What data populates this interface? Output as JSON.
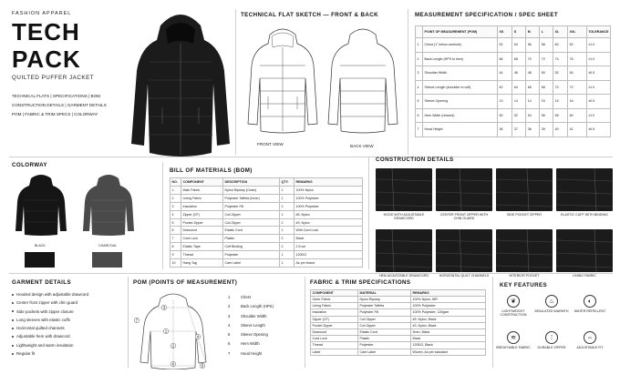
{
  "brand": {
    "subtitle": "FASHION APPAREL",
    "title": "TECH PACK",
    "product": "QUILTED PUFFER JACKET"
  },
  "nav": {
    "lines": [
      "TECHNICAL FLATS  |  SPECIFICATIONS  |  BOM",
      "CONSTRUCTION DETAILS  |  GARMENT DETAILS",
      "POM  |  FABRIC & TRIM SPECS  |  COLORWAY"
    ]
  },
  "flat": {
    "title": "TECHNICAL FLAT SKETCH — FRONT & BACK",
    "front": "FRONT VIEW",
    "back": "BACK VIEW"
  },
  "spec": {
    "title": "MEASUREMENT SPECIFICATION / SPEC SHEET",
    "headers": [
      "",
      "POINT OF MEASUREMENT (POM)",
      "XS",
      "S",
      "M",
      "L",
      "XL",
      "XXL",
      "TOLERANCE"
    ],
    "rows": [
      [
        "1",
        "Chest (1\" below armhole)",
        "52",
        "54",
        "56",
        "58",
        "60",
        "62",
        "±1.0"
      ],
      [
        "2",
        "Back Length (HPS to hem)",
        "66",
        "68",
        "70",
        "72",
        "74",
        "76",
        "±1.0"
      ],
      [
        "3",
        "Shoulder Width",
        "44",
        "46",
        "48",
        "50",
        "52",
        "54",
        "±0.5"
      ],
      [
        "4",
        "Sleeve Length (shoulder to cuff)",
        "62",
        "64",
        "66",
        "68",
        "70",
        "72",
        "±1.0"
      ],
      [
        "5",
        "Sleeve Opening",
        "13",
        "14",
        "14",
        "15",
        "15",
        "16",
        "±0.5"
      ],
      [
        "6",
        "Hem Width (relaxed)",
        "50",
        "52",
        "54",
        "56",
        "58",
        "60",
        "±1.0"
      ],
      [
        "7",
        "Hood Height",
        "36",
        "37",
        "38",
        "39",
        "40",
        "41",
        "±0.5"
      ]
    ]
  },
  "colorway": {
    "title": "COLORWAY",
    "items": [
      {
        "name": "BLACK",
        "swatch": "#151515"
      },
      {
        "name": "CHARCOAL",
        "swatch": "#4a4a4a"
      }
    ]
  },
  "bom": {
    "title": "BILL OF MATERIALS (BOM)",
    "headers": [
      "NO.",
      "COMPONENT",
      "DESCRIPTION",
      "QTY.",
      "REMARKS"
    ],
    "rows": [
      [
        "1",
        "Main Fabric",
        "Nylon Ripstop (Outer)",
        "1",
        "100% Nylon"
      ],
      [
        "2",
        "Lining Fabric",
        "Polyester Taffeta (Inner)",
        "1",
        "100% Polyester"
      ],
      [
        "3",
        "Insulation",
        "Polyester Fill",
        "1",
        "100% Polyester"
      ],
      [
        "4",
        "Zipper (CF)",
        "Coil Zipper",
        "1",
        "#5, Nylon"
      ],
      [
        "5",
        "Pocket Zipper",
        "Coil Zipper",
        "2",
        "#3, Nylon"
      ],
      [
        "6",
        "Drawcord",
        "Elastic Cord",
        "1",
        "With Cord Lock"
      ],
      [
        "7",
        "Cord Lock",
        "Plastic",
        "2",
        "Black"
      ],
      [
        "8",
        "Elastic Tape",
        "Cuff Binding",
        "2",
        "2.5 cm"
      ],
      [
        "9",
        "Thread",
        "Polyester",
        "1",
        "120D/2"
      ],
      [
        "10",
        "Hang Tag",
        "Care Label",
        "1",
        "As per brand"
      ]
    ]
  },
  "construction": {
    "title": "CONSTRUCTION DETAILS",
    "items": [
      "HOOD WITH ADJUSTABLE DRAWCORD",
      "CENTER FRONT ZIPPER WITH CHIN GUARD",
      "SIDE POCKET ZIPPER",
      "ELASTIC CUFF WITH BINDING",
      "HEM ADJUSTABLE DRAWCORD",
      "HORIZONTAL QUILT CHANNELS",
      "INTERIOR POCKET",
      "LINING FABRIC"
    ]
  },
  "garment": {
    "title": "GARMENT DETAILS",
    "items": [
      "Hooded design with adjustable drawcord",
      "Center front zipper with chin guard",
      "Side pockets with zipper closure",
      "Long sleeves with elastic cuffs",
      "Horizontal quilted channels",
      "Adjustable hem with drawcord",
      "Lightweight and warm insulation",
      "Regular fit"
    ]
  },
  "pom": {
    "title": "POM (POINTS OF MEASUREMENT)",
    "items": [
      [
        "1",
        "Chest"
      ],
      [
        "2",
        "Back Length (HPS)"
      ],
      [
        "3",
        "Shoulder Width"
      ],
      [
        "4",
        "Sleeve Length"
      ],
      [
        "5",
        "Sleeve Opening"
      ],
      [
        "6",
        "Hem Width"
      ],
      [
        "7",
        "Hood Height"
      ]
    ]
  },
  "fabric": {
    "title": "FABRIC & TRIM SPECIFICATIONS",
    "headers": [
      "COMPONENT",
      "MATERIAL",
      "REMARKS"
    ],
    "rows": [
      [
        "Outer Fabric",
        "Nylon Ripstop",
        "100% Nylon, WR"
      ],
      [
        "Lining Fabric",
        "Polyester Taffeta",
        "100% Polyester"
      ],
      [
        "Insulation",
        "Polyester Fill",
        "100% Polyester, 120gsm"
      ],
      [
        "Zipper (CF)",
        "Coil Zipper",
        "#5, Nylon, Black"
      ],
      [
        "Pocket Zipper",
        "Coil Zipper",
        "#3, Nylon, Black"
      ],
      [
        "Drawcord",
        "Elastic Cord",
        "3mm, Black"
      ],
      [
        "Cord Lock",
        "Plastic",
        "Black"
      ],
      [
        "Thread",
        "Polyester",
        "120D/2, Black"
      ],
      [
        "Label",
        "Care Label",
        "Woven, As per standard"
      ]
    ]
  },
  "features": {
    "title": "KEY FEATURES",
    "items": [
      {
        "label": "LIGHTWEIGHT CONSTRUCTION",
        "icon": "feather-icon",
        "glyph": "❦"
      },
      {
        "label": "INSULATED WARMTH",
        "icon": "thermometer-icon",
        "glyph": "♨"
      },
      {
        "label": "WATER REPELLENT",
        "icon": "droplet-icon",
        "glyph": "◐"
      },
      {
        "label": "BREATHABLE FABRIC",
        "icon": "wind-icon",
        "glyph": "≋"
      },
      {
        "label": "DURABLE ZIPPER",
        "icon": "zipper-icon",
        "glyph": "⋮"
      },
      {
        "label": "ADJUSTABLE FIT",
        "icon": "adjust-icon",
        "glyph": "⇔"
      }
    ]
  },
  "colors": {
    "jacket": "#1c1c1c",
    "accent": "#111111"
  }
}
